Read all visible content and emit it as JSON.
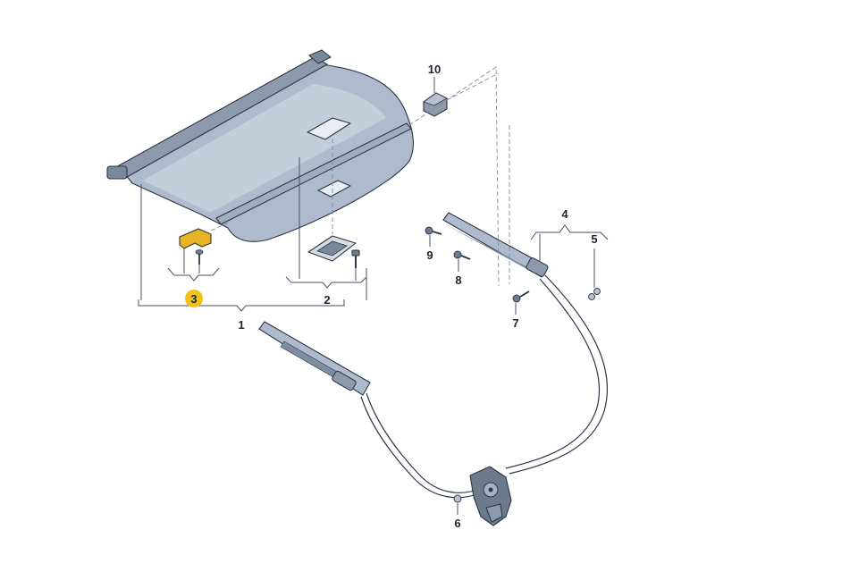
{
  "callouts": {
    "c1": "1",
    "c2": "2",
    "c3": "3",
    "c4": "4",
    "c5": "5",
    "c6": "6",
    "c7": "7",
    "c8": "8",
    "c9": "9",
    "c10": "10"
  },
  "colors": {
    "part_fill": "#aebbcc",
    "part_fill_light": "#c7d2de",
    "part_fill_dark": "#8c9aac",
    "outline": "#2d3542",
    "highlight": "#f2c21b",
    "highlight_part": "#e6b422"
  }
}
